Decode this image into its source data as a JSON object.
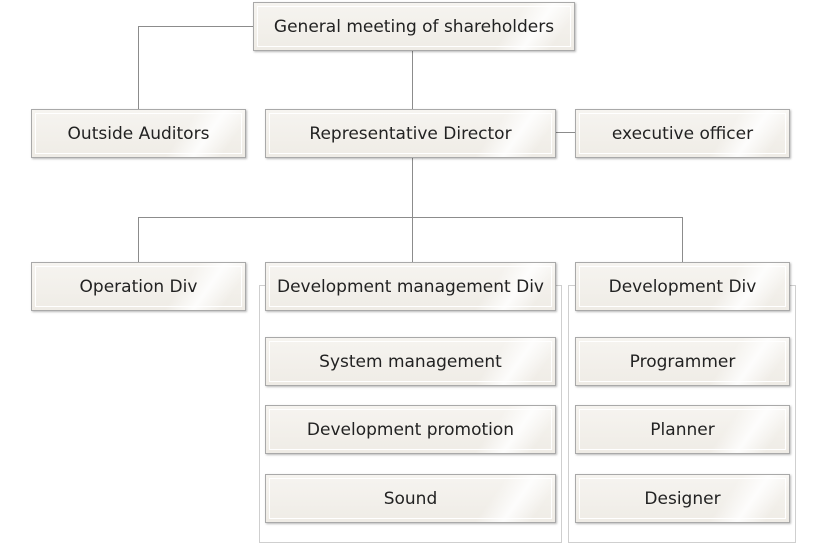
{
  "org_chart": {
    "colors": {
      "box_border": "#a9a9a9",
      "box_fill": "#f2efea",
      "connector": "#8c8c8c",
      "group_border": "#cfcfcf",
      "text": "#222222"
    },
    "nodes": {
      "shareholders": "General meeting of shareholders",
      "auditors": "Outside Auditors",
      "director": "Representative Director",
      "executive": "executive officer",
      "operation": "Operation Div",
      "dev_mgmt": "Development management Div",
      "dev": "Development Div",
      "system_mgmt": "System management",
      "dev_promotion": "Development promotion",
      "sound": "Sound",
      "programmer": "Programmer",
      "planner": "Planner",
      "designer": "Designer"
    }
  }
}
